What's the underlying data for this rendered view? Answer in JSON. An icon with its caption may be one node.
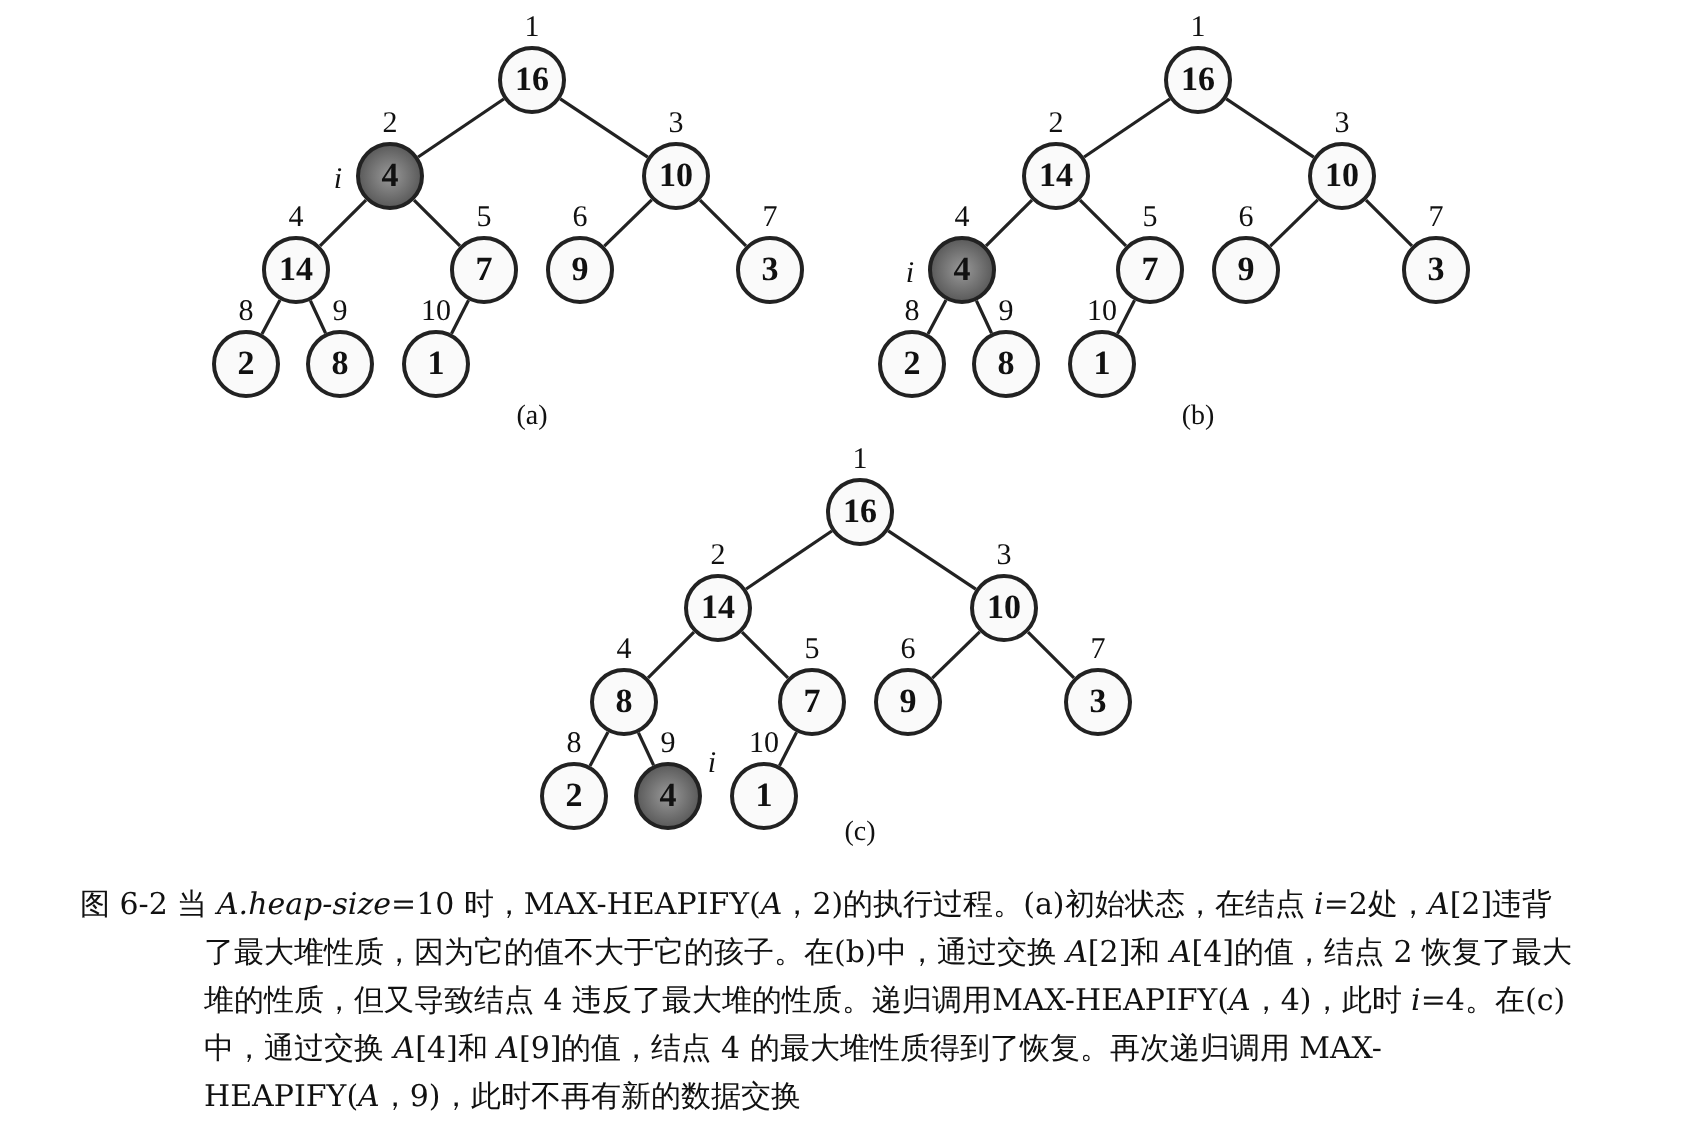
{
  "diagram": {
    "caption": "图 6-2 当 *A.heap-size*=10 时，MAX-HEAPIFY(*A*，2)的执行过程。(a)初始状态，在结点 *i*=2处，*A*[2]违背了最大堆性质，因为它的值不大于它的孩子。在(b)中，通过交换 *A*[2]和 *A*[4]的值，结点 2 恢复了最大堆的性质，但又导致结点 4 违反了最大堆的性质。递归调用MAX-HEAPIFY(*A*，4)，此时 *i*=4。在(c)中，通过交换 *A*[4]和 *A*[9]的值，结点 4 的最大堆性质得到了恢复。再次递归调用 MAX-HEAPIFY(*A*，9)，此时不再有新的数据交换",
    "nodes": [
      {
        "text": [
          "16"
        ],
        "beside": [
          "1"
        ]
      },
      {
        "text": [
          "4"
        ],
        "beside": [
          "2",
          "i"
        ]
      },
      {
        "text": [
          "10"
        ],
        "beside": [
          "3"
        ]
      },
      {
        "text": [
          "14"
        ],
        "beside": [
          "4"
        ]
      },
      {
        "text": [
          "7"
        ],
        "beside": [
          "5"
        ]
      },
      {
        "text": [
          "9"
        ],
        "beside": [
          "6"
        ]
      },
      {
        "text": [
          "3"
        ],
        "beside": [
          "7"
        ]
      },
      {
        "text": [
          "2"
        ],
        "beside": [
          "8"
        ]
      },
      {
        "text": [
          "8"
        ],
        "beside": [
          "9"
        ]
      },
      {
        "text": [
          "1"
        ],
        "beside": [
          "10"
        ]
      },
      {
        "text": [
          "16"
        ],
        "beside": [
          "1"
        ]
      },
      {
        "text": [
          "14"
        ],
        "beside": [
          "2"
        ]
      },
      {
        "text": [
          "10"
        ],
        "beside": [
          "3"
        ]
      },
      {
        "text": [
          "4"
        ],
        "beside": [
          "4",
          "i"
        ]
      },
      {
        "text": [
          "7"
        ],
        "beside": [
          "5"
        ]
      },
      {
        "text": [
          "9"
        ],
        "beside": [
          "6"
        ]
      },
      {
        "text": [
          "3"
        ],
        "beside": [
          "7"
        ]
      },
      {
        "text": [
          "2"
        ],
        "beside": [
          "8"
        ]
      },
      {
        "text": [
          "8"
        ],
        "beside": [
          "9"
        ]
      },
      {
        "text": [
          "1"
        ],
        "beside": [
          "10"
        ]
      },
      {
        "text": [
          "16"
        ],
        "beside": [
          "1"
        ]
      },
      {
        "text": [
          "14"
        ],
        "beside": [
          "2"
        ]
      },
      {
        "text": [
          "10"
        ],
        "beside": [
          "3"
        ]
      },
      {
        "text": [
          "8"
        ],
        "beside": [
          "4"
        ]
      },
      {
        "text": [
          "7"
        ],
        "beside": [
          "5"
        ]
      },
      {
        "text": [
          "9"
        ],
        "beside": [
          "6"
        ]
      },
      {
        "text": [
          "3"
        ],
        "beside": [
          "7"
        ]
      },
      {
        "text": [
          "2"
        ],
        "beside": [
          "8"
        ]
      },
      {
        "text": [
          "4"
        ],
        "beside": [
          "9",
          "i"
        ]
      },
      {
        "text": [
          "1"
        ],
        "beside": [
          "10"
        ]
      }
    ],
    "edges": [
      {
        "from": 0,
        "to": 1,
        "arrow": "none"
      },
      {
        "from": 0,
        "to": 2,
        "arrow": "none"
      },
      {
        "from": 1,
        "to": 3,
        "arrow": "none"
      },
      {
        "from": 1,
        "to": 4,
        "arrow": "none"
      },
      {
        "from": 2,
        "to": 5,
        "arrow": "none"
      },
      {
        "from": 2,
        "to": 6,
        "arrow": "none"
      },
      {
        "from": 3,
        "to": 7,
        "arrow": "none"
      },
      {
        "from": 3,
        "to": 8,
        "arrow": "none"
      },
      {
        "from": 4,
        "to": 9,
        "arrow": "none"
      },
      {
        "from": 10,
        "to": 11,
        "arrow": "none"
      },
      {
        "from": 10,
        "to": 12,
        "arrow": "none"
      },
      {
        "from": 11,
        "to": 13,
        "arrow": "none"
      },
      {
        "from": 11,
        "to": 14,
        "arrow": "none"
      },
      {
        "from": 12,
        "to": 15,
        "arrow": "none"
      },
      {
        "from": 12,
        "to": 16,
        "arrow": "none"
      },
      {
        "from": 13,
        "to": 17,
        "arrow": "none"
      },
      {
        "from": 13,
        "to": 18,
        "arrow": "none"
      },
      {
        "from": 14,
        "to": 19,
        "arrow": "none"
      },
      {
        "from": 20,
        "to": 21,
        "arrow": "none"
      },
      {
        "from": 20,
        "to": 22,
        "arrow": "none"
      },
      {
        "from": 21,
        "to": 23,
        "arrow": "none"
      },
      {
        "from": 21,
        "to": 24,
        "arrow": "none"
      },
      {
        "from": 22,
        "to": 25,
        "arrow": "none"
      },
      {
        "from": 22,
        "to": 26,
        "arrow": "none"
      },
      {
        "from": 23,
        "to": 27,
        "arrow": "none"
      },
      {
        "from": 23,
        "to": 28,
        "arrow": "none"
      },
      {
        "from": 24,
        "to": 29,
        "arrow": "none"
      }
    ],
    "labels": [
      "(a)",
      "(b)",
      "(c)"
    ]
  }
}
